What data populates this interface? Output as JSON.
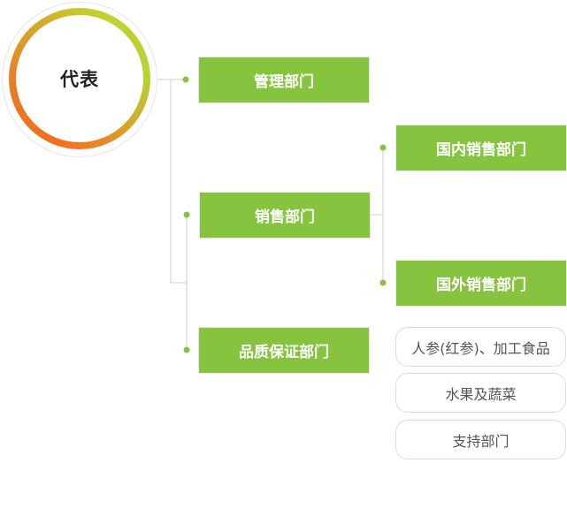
{
  "root": {
    "label": "代表"
  },
  "departments": {
    "management": "管理部门",
    "sales": "销售部门",
    "quality": "品质保证部门"
  },
  "sales_sub": {
    "domestic": "国内销售部门",
    "overseas": "国外销售部门"
  },
  "quality_sub": [
    "人参(红参)、加工食品",
    "水果及蔬菜",
    "支持部门"
  ],
  "colors": {
    "box_green": "#86c440",
    "dot_green": "#86c440",
    "line_gray": "#cfcfcf",
    "ring_orange": "#f07020",
    "ring_green": "#b9d233"
  }
}
